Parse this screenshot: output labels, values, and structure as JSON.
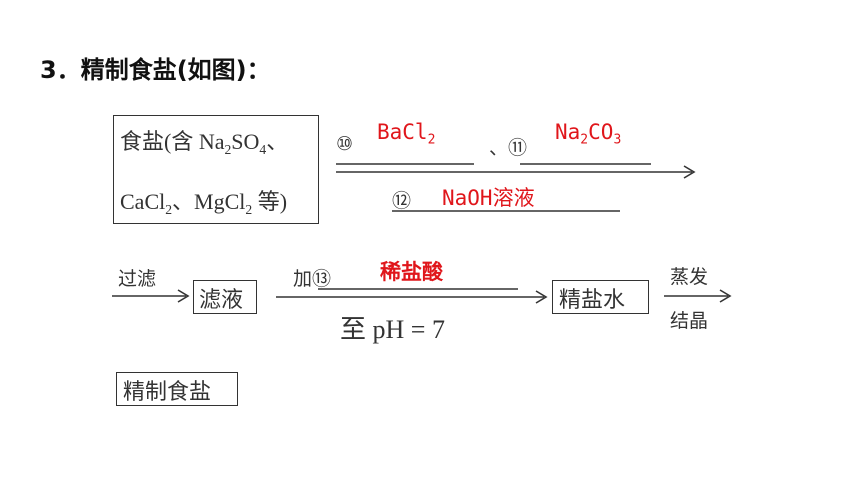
{
  "title": "3．精制食盐(如图)：",
  "salt_box": {
    "line1_prefix": "食盐(含 Na",
    "sub_2a": "2",
    "line1_so": "SO",
    "sub_4": "4",
    "line1_suffix": "、",
    "line2_ca": "CaCl",
    "sub_2b": "2",
    "line2_mid": "、MgCl",
    "sub_2c": "2",
    "line2_suffix": " 等)"
  },
  "step1": {
    "num10": "⑩",
    "bacl": "BaCl",
    "bacl_sub": "2",
    "sep": "、",
    "num11": "⑪",
    "na": "Na",
    "na_sub": "2",
    "co": "CO",
    "co_sub": "3",
    "num12": "⑫",
    "naoh": "NaOH溶液"
  },
  "step2": {
    "filter_label": "过滤",
    "filtrate": "滤液",
    "add_label": "加⑬",
    "acid": "稀盐酸",
    "ph_label": "至 pH = 7",
    "brine": "精盐水",
    "evap_label": "蒸发",
    "cryst_label": "结晶"
  },
  "result": "精制食盐",
  "colors": {
    "answer": "#e0161b",
    "text": "#333333"
  }
}
